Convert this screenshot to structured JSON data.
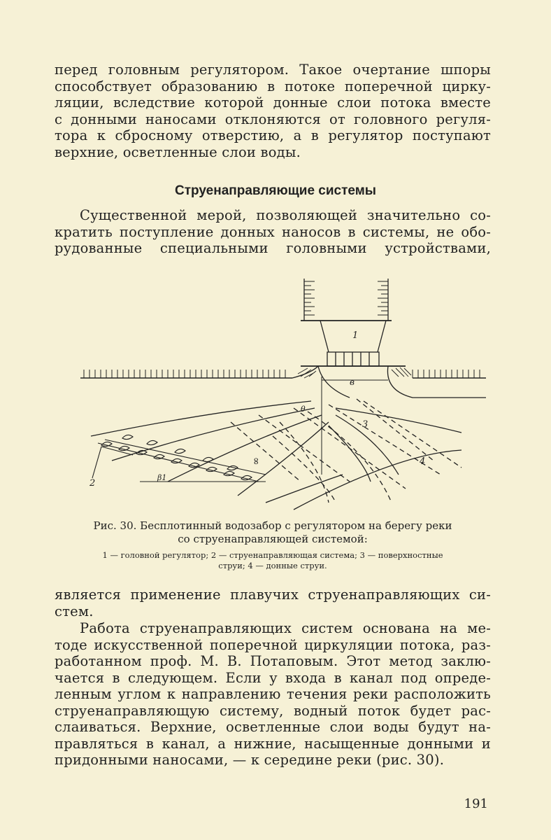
{
  "paragraph1": [
    "перед головным регулятором. Такое очертание шпоры",
    "способствует образованию в потоке поперечной цирку-",
    "ляции, вследствие которой донные слои потока вместе",
    "с донными наносами отклоняются от головного регуля-",
    "тора к сбросному отверстию, а в регулятор поступают",
    "верхние, осветленные слои воды."
  ],
  "heading": "Струенаправляющие системы",
  "paragraph2": [
    "Существенной мерой, позволяющей значительно со-",
    "кратить поступление донных наносов в системы, не обо-",
    "рудованные специальными головными устройствами,"
  ],
  "figure": {
    "labels": {
      "regulator": "1",
      "system": "2",
      "surface": "3",
      "bottom": "4",
      "b": "в",
      "theta": "θ",
      "beta": "β1",
      "inf": "∞"
    }
  },
  "caption": {
    "line1": "Рис. 30. Бесплотинный водозабор с регулятором на берегу реки",
    "line2": "со струенаправляющей системой:",
    "legend1": "1 — головной регулятор; 2 — струенаправляющая система; 3 — поверхностные",
    "legend2": "струи; 4 — донные струи."
  },
  "paragraph3": [
    "является применение плавучих струенаправляющих си-",
    "стем."
  ],
  "paragraph4": [
    "Работа струенаправляющих систем основана на ме-",
    "тоде искусственной поперечной циркуляции потока, раз-",
    "работанном проф. М. В. Потаповым. Этот метод заклю-",
    "чается в следующем. Если у входа в канал под опреде-",
    "ленным углом к направлению течения реки расположить",
    "струенаправляющую систему, водный поток будет рас-",
    "слаиваться. Верхние, осветленные слои воды будут на-",
    "правляться в канал, а нижние, насыщенные донными и",
    "придонными наносами, — к середине реки (рис. 30)."
  ],
  "page_number": "191"
}
